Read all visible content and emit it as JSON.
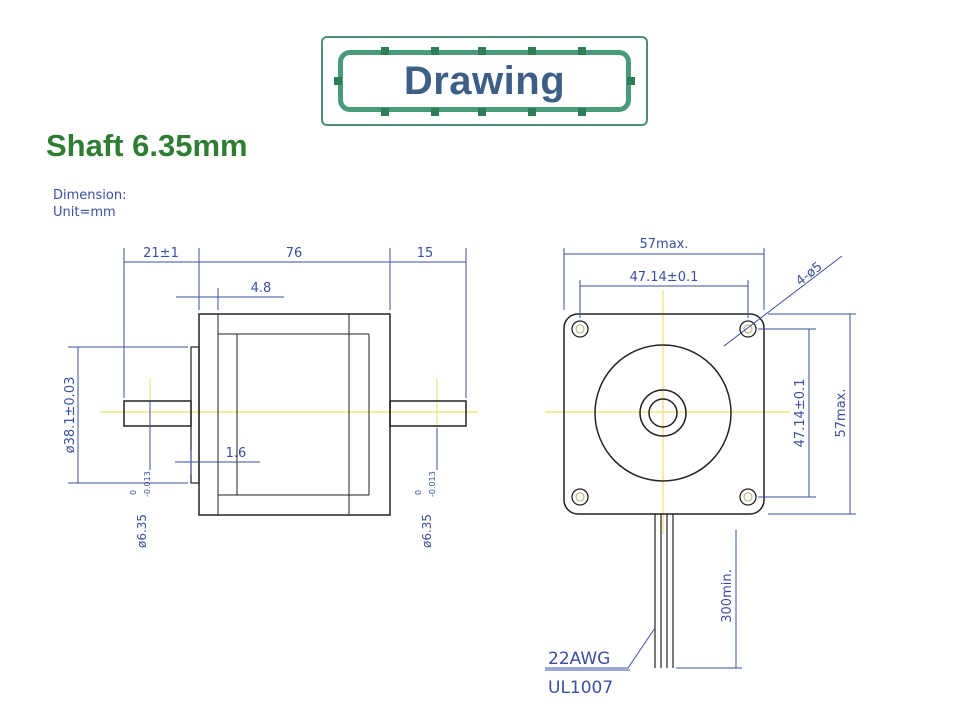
{
  "banner": {
    "title": "Drawing"
  },
  "subtitle": "Shaft 6.35mm",
  "notes": {
    "line1": "Dimension:",
    "line2": "Unit=mm"
  },
  "side_view": {
    "dim_rear_shaft": "21±1",
    "dim_body": "76",
    "dim_front_shaft": "15",
    "dim_flange": "4.8",
    "dim_boss_height": "1.6",
    "dim_boss_dia": "ø38.1±0.03",
    "dim_shaft_left": "ø6.35",
    "dim_shaft_left_tol_upper": "0",
    "dim_shaft_left_tol_lower": "-0.013",
    "dim_shaft_right": "ø6.35",
    "dim_shaft_right_tol_upper": "0",
    "dim_shaft_right_tol_lower": "-0.013"
  },
  "front_view": {
    "dim_width_max": "57max.",
    "dim_hole_spacing_h": "47.14±0.1",
    "dim_holes": "4-ø5",
    "dim_hole_spacing_v": "47.14±0.1",
    "dim_height_max": "57max.",
    "dim_lead_length": "300min.",
    "wire_gauge": "22AWG",
    "wire_type": "UL1007"
  },
  "colors": {
    "line": "#3a4fa0",
    "outline": "#222222",
    "centerline": "#e8e070",
    "banner_border": "#4a9a7c",
    "banner_text": "#3d5f86",
    "subtitle": "#2e7d32"
  }
}
